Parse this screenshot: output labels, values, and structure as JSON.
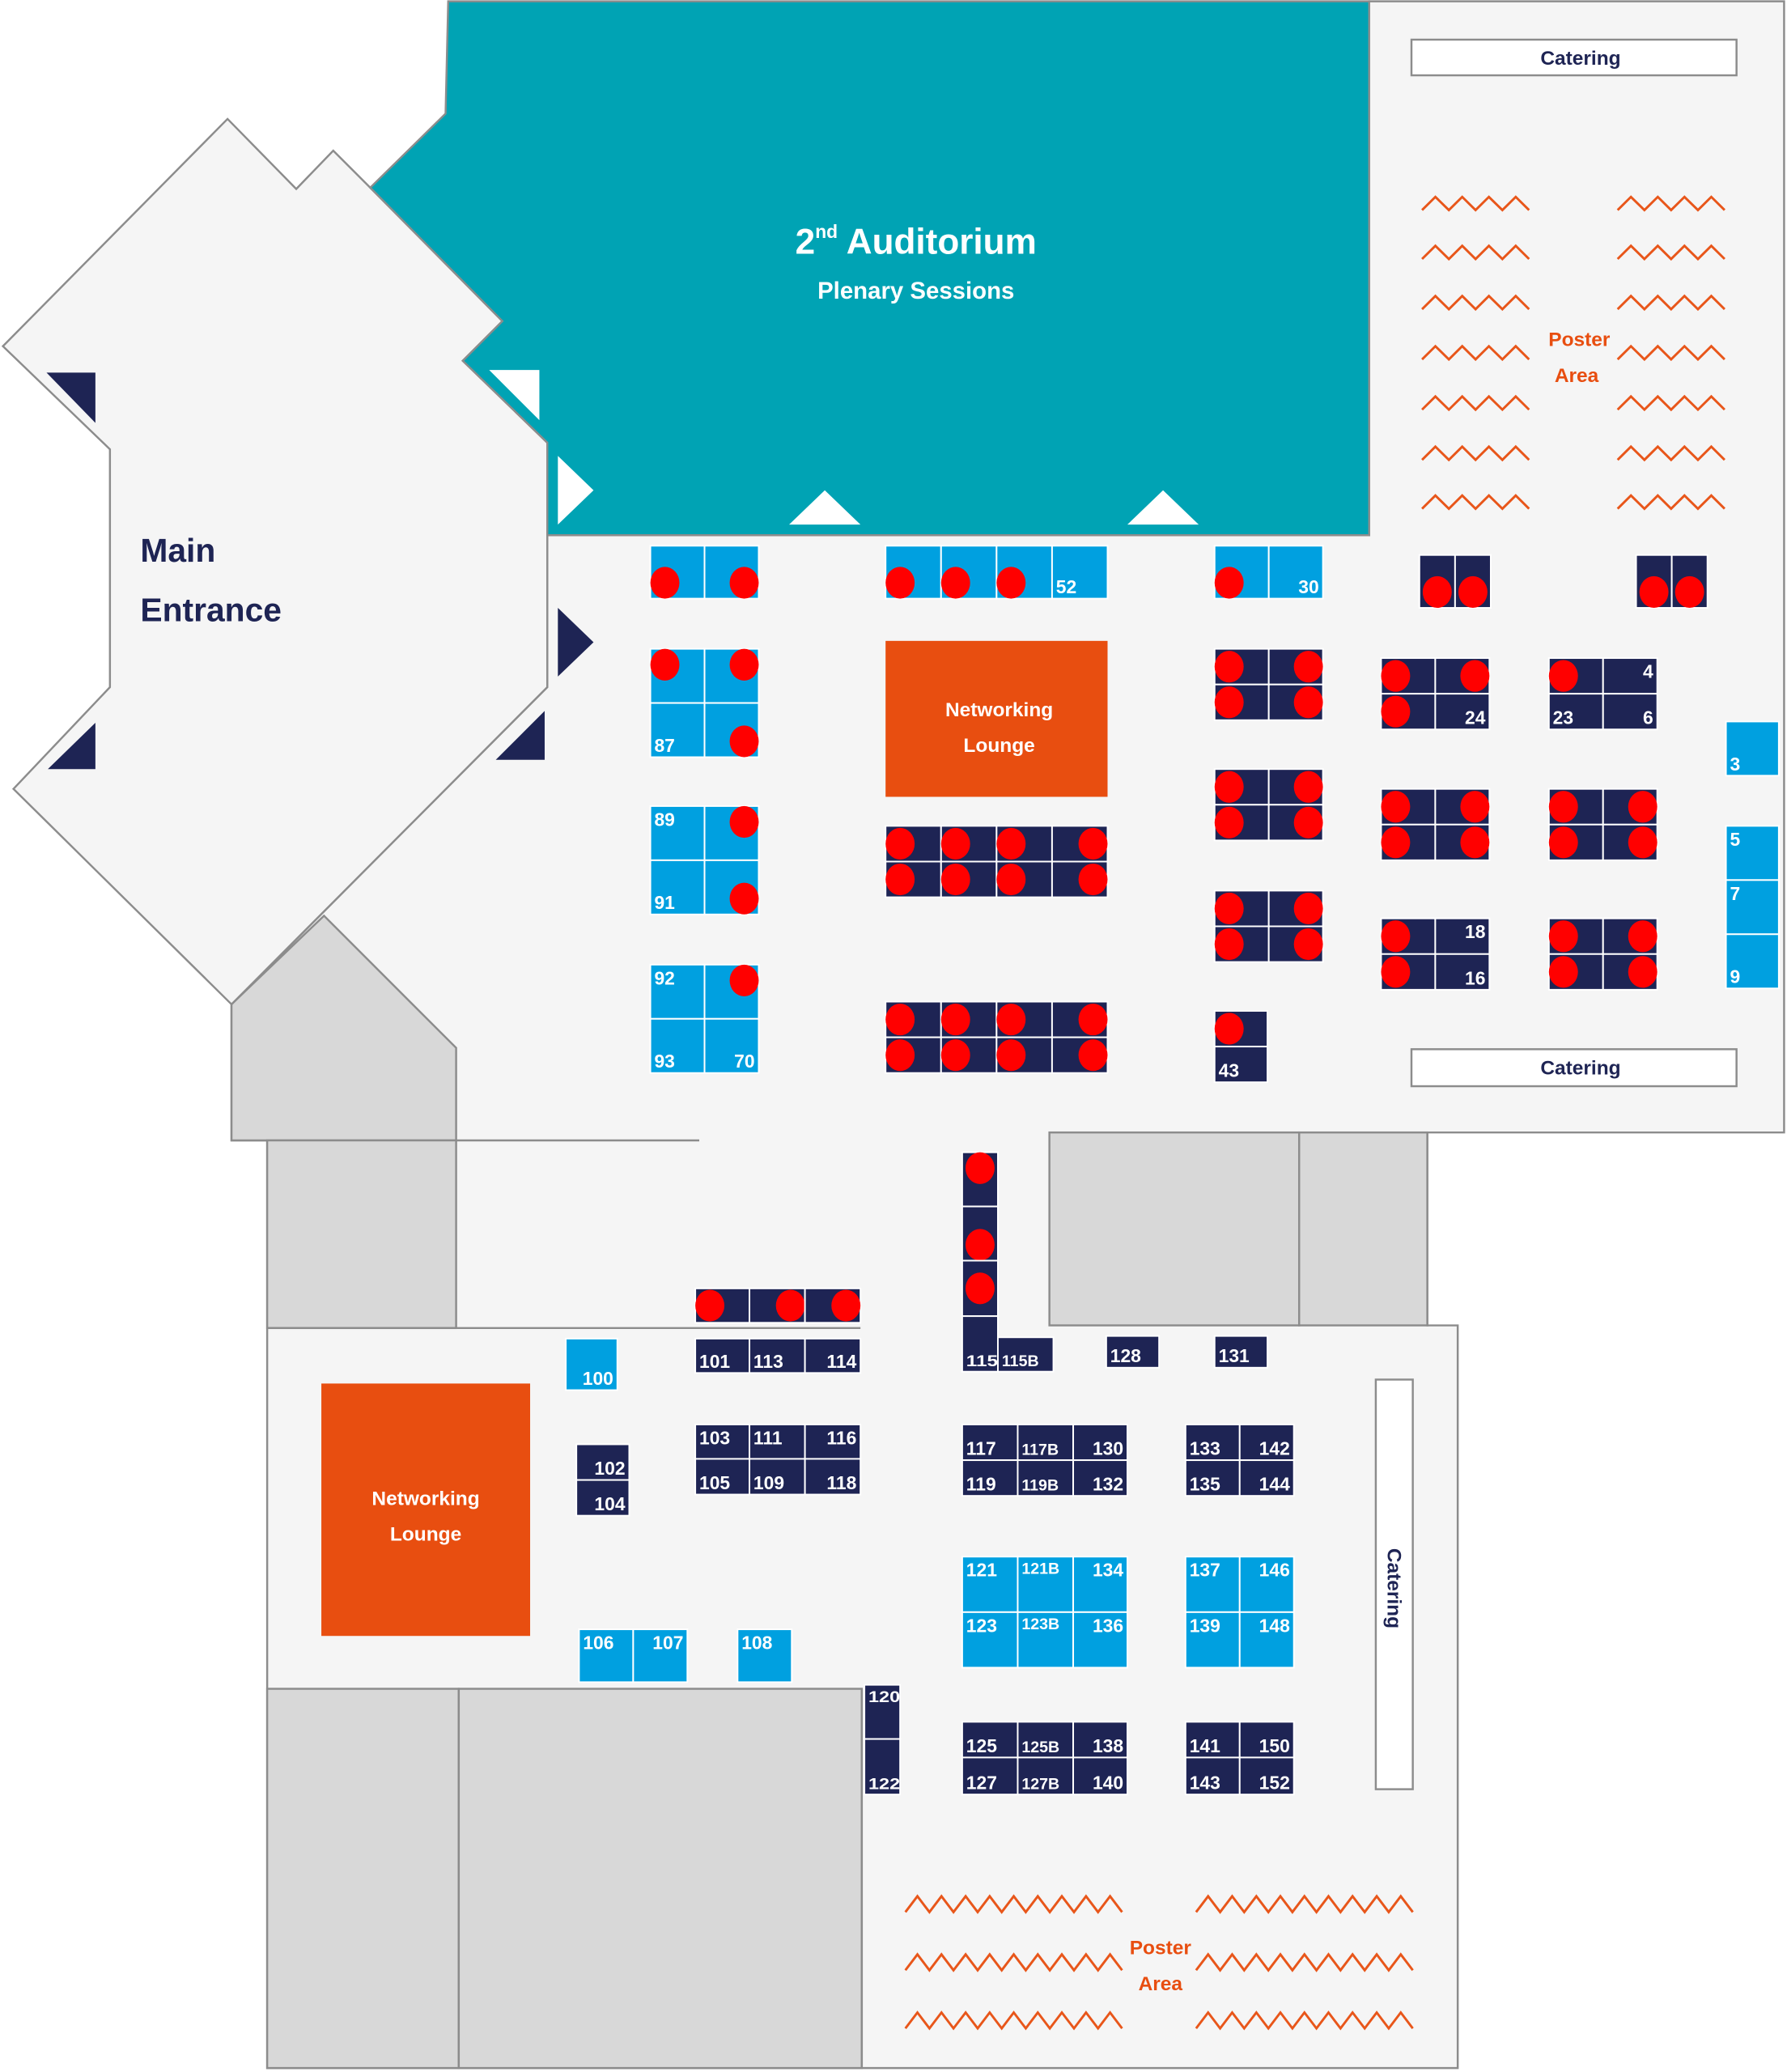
{
  "colors": {
    "auditorium": "#00a3b4",
    "lounge": "#e84e10",
    "booth_light": "#00a0e0",
    "booth_dark": "#1e2454",
    "marker": "#ff0000",
    "poster": "#e8561a",
    "floor": "#f5f5f5",
    "room": "#d8d8d8",
    "navy_text": "#1e2454",
    "orange_text": "#e84e10"
  },
  "areas": {
    "auditorium": {
      "title_num": "2",
      "title_sup": "nd",
      "title_rest": " Auditorium",
      "subtitle": "Plenary Sessions"
    },
    "main_entrance": {
      "line1": "Main",
      "line2": "Entrance"
    },
    "lounge_top": {
      "line1": "Networking",
      "line2": "Lounge"
    },
    "lounge_bottom": {
      "line1": "Networking",
      "line2": "Lounge"
    },
    "catering_top": "Catering",
    "catering_middle": "Catering",
    "catering_side": "Catering",
    "poster_top": {
      "line1": "Poster",
      "line2": "Area"
    },
    "poster_bottom": {
      "line1": "Poster",
      "line2": "Area"
    }
  },
  "booths": [
    {
      "label": "",
      "type": "light",
      "marked": true
    },
    {
      "label": "",
      "type": "light",
      "marked": true
    },
    {
      "label": "",
      "type": "light",
      "marked": true
    },
    {
      "label": "",
      "type": "light",
      "marked": true
    },
    {
      "label": "87",
      "type": "light",
      "marked": false
    },
    {
      "label": "",
      "type": "light",
      "marked": true
    },
    {
      "label": "89",
      "type": "light",
      "marked": false
    },
    {
      "label": "",
      "type": "light",
      "marked": true
    },
    {
      "label": "91",
      "type": "light",
      "marked": false
    },
    {
      "label": "",
      "type": "light",
      "marked": true
    },
    {
      "label": "92",
      "type": "light",
      "marked": false
    },
    {
      "label": "",
      "type": "light",
      "marked": true
    },
    {
      "label": "93",
      "type": "light",
      "marked": false
    },
    {
      "label": "70",
      "type": "light",
      "marked": false
    },
    {
      "label": "",
      "type": "light",
      "marked": true
    },
    {
      "label": "",
      "type": "light",
      "marked": true
    },
    {
      "label": "",
      "type": "light",
      "marked": true
    },
    {
      "label": "52",
      "type": "light",
      "marked": false
    },
    {
      "label": "",
      "type": "light",
      "marked": true
    },
    {
      "label": "30",
      "type": "light",
      "marked": false
    },
    {
      "label": "",
      "type": "dark",
      "marked": true
    },
    {
      "label": "",
      "type": "dark",
      "marked": true
    },
    {
      "label": "",
      "type": "dark",
      "marked": true
    },
    {
      "label": "",
      "type": "dark",
      "marked": true
    },
    {
      "label": "",
      "type": "dark",
      "marked": true
    },
    {
      "label": "",
      "type": "dark",
      "marked": true
    },
    {
      "label": "",
      "type": "dark",
      "marked": true
    },
    {
      "label": "",
      "type": "dark",
      "marked": true
    },
    {
      "label": "",
      "type": "dark",
      "marked": true
    },
    {
      "label": "",
      "type": "dark",
      "marked": true
    },
    {
      "label": "",
      "type": "dark",
      "marked": true
    },
    {
      "label": "",
      "type": "dark",
      "marked": true
    },
    {
      "label": "",
      "type": "dark",
      "marked": true
    },
    {
      "label": "",
      "type": "dark",
      "marked": true
    },
    {
      "label": "",
      "type": "dark",
      "marked": true
    },
    {
      "label": "",
      "type": "dark",
      "marked": true
    },
    {
      "label": "",
      "type": "dark",
      "marked": true
    },
    {
      "label": "",
      "type": "dark",
      "marked": true
    },
    {
      "label": "",
      "type": "dark",
      "marked": true
    },
    {
      "label": "",
      "type": "dark",
      "marked": true
    },
    {
      "label": "",
      "type": "dark",
      "marked": true
    },
    {
      "label": "",
      "type": "dark",
      "marked": true
    },
    {
      "label": "",
      "type": "dark",
      "marked": true
    },
    {
      "label": "",
      "type": "dark",
      "marked": true
    },
    {
      "label": "",
      "type": "dark",
      "marked": true
    },
    {
      "label": "",
      "type": "dark",
      "marked": true
    },
    {
      "label": "",
      "type": "dark",
      "marked": true
    },
    {
      "label": "",
      "type": "dark",
      "marked": true
    },
    {
      "label": "",
      "type": "dark",
      "marked": true
    },
    {
      "label": "43",
      "type": "dark",
      "marked": false
    },
    {
      "label": "",
      "type": "dark",
      "marked": true
    },
    {
      "label": "",
      "type": "dark",
      "marked": true
    },
    {
      "label": "",
      "type": "dark",
      "marked": true
    },
    {
      "label": "",
      "type": "dark",
      "marked": true
    },
    {
      "label": "",
      "type": "dark",
      "marked": true
    },
    {
      "label": "",
      "type": "dark",
      "marked": true
    },
    {
      "label": "",
      "type": "dark",
      "marked": true
    },
    {
      "label": "24",
      "type": "dark",
      "marked": false
    },
    {
      "label": "",
      "type": "dark",
      "marked": true
    },
    {
      "label": "4",
      "type": "dark",
      "marked": false
    },
    {
      "label": "23",
      "type": "dark",
      "marked": false
    },
    {
      "label": "6",
      "type": "dark",
      "marked": false
    },
    {
      "label": "",
      "type": "dark",
      "marked": true
    },
    {
      "label": "",
      "type": "dark",
      "marked": true
    },
    {
      "label": "",
      "type": "dark",
      "marked": true
    },
    {
      "label": "",
      "type": "dark",
      "marked": true
    },
    {
      "label": "",
      "type": "dark",
      "marked": true
    },
    {
      "label": "",
      "type": "dark",
      "marked": true
    },
    {
      "label": "",
      "type": "dark",
      "marked": true
    },
    {
      "label": "",
      "type": "dark",
      "marked": true
    },
    {
      "label": "",
      "type": "dark",
      "marked": true
    },
    {
      "label": "18",
      "type": "dark",
      "marked": false
    },
    {
      "label": "",
      "type": "dark",
      "marked": true
    },
    {
      "label": "16",
      "type": "dark",
      "marked": false
    },
    {
      "label": "",
      "type": "dark",
      "marked": true
    },
    {
      "label": "",
      "type": "dark",
      "marked": true
    },
    {
      "label": "",
      "type": "dark",
      "marked": true
    },
    {
      "label": "",
      "type": "dark",
      "marked": true
    },
    {
      "label": "3",
      "type": "light",
      "marked": false
    },
    {
      "label": "5",
      "type": "light",
      "marked": false
    },
    {
      "label": "7",
      "type": "light",
      "marked": false
    },
    {
      "label": "9",
      "type": "light",
      "marked": false
    },
    {
      "label": "",
      "type": "dark",
      "marked": true
    },
    {
      "label": "",
      "type": "dark",
      "marked": true
    },
    {
      "label": "",
      "type": "dark",
      "marked": true
    },
    {
      "label": "115",
      "type": "dark",
      "marked": false
    },
    {
      "label": "115B",
      "type": "dark",
      "marked": false
    },
    {
      "label": "",
      "type": "dark",
      "marked": true
    },
    {
      "label": "",
      "type": "dark",
      "marked": true
    },
    {
      "label": "",
      "type": "dark",
      "marked": true
    },
    {
      "label": "101",
      "type": "dark",
      "marked": false
    },
    {
      "label": "113",
      "type": "dark",
      "marked": false
    },
    {
      "label": "114",
      "type": "dark",
      "marked": false
    },
    {
      "label": "100",
      "type": "light",
      "marked": false
    },
    {
      "label": "103",
      "type": "dark",
      "marked": false
    },
    {
      "label": "111",
      "type": "dark",
      "marked": false
    },
    {
      "label": "116",
      "type": "dark",
      "marked": false
    },
    {
      "label": "105",
      "type": "dark",
      "marked": false
    },
    {
      "label": "109",
      "type": "dark",
      "marked": false
    },
    {
      "label": "118",
      "type": "dark",
      "marked": false
    },
    {
      "label": "102",
      "type": "dark",
      "marked": false
    },
    {
      "label": "104",
      "type": "dark",
      "marked": false
    },
    {
      "label": "117",
      "type": "dark",
      "marked": false
    },
    {
      "label": "117B",
      "type": "dark",
      "marked": false
    },
    {
      "label": "130",
      "type": "dark",
      "marked": false
    },
    {
      "label": "119",
      "type": "dark",
      "marked": false
    },
    {
      "label": "119B",
      "type": "dark",
      "marked": false
    },
    {
      "label": "132",
      "type": "dark",
      "marked": false
    },
    {
      "label": "128",
      "type": "dark",
      "marked": false
    },
    {
      "label": "131",
      "type": "dark",
      "marked": false
    },
    {
      "label": "133",
      "type": "dark",
      "marked": false
    },
    {
      "label": "142",
      "type": "dark",
      "marked": false
    },
    {
      "label": "135",
      "type": "dark",
      "marked": false
    },
    {
      "label": "144",
      "type": "dark",
      "marked": false
    },
    {
      "label": "121",
      "type": "light",
      "marked": false
    },
    {
      "label": "121B",
      "type": "light",
      "marked": false
    },
    {
      "label": "134",
      "type": "light",
      "marked": false
    },
    {
      "label": "123",
      "type": "light",
      "marked": false
    },
    {
      "label": "123B",
      "type": "light",
      "marked": false
    },
    {
      "label": "136",
      "type": "light",
      "marked": false
    },
    {
      "label": "137",
      "type": "light",
      "marked": false
    },
    {
      "label": "146",
      "type": "light",
      "marked": false
    },
    {
      "label": "139",
      "type": "light",
      "marked": false
    },
    {
      "label": "148",
      "type": "light",
      "marked": false
    },
    {
      "label": "125",
      "type": "dark",
      "marked": false
    },
    {
      "label": "125B",
      "type": "dark",
      "marked": false
    },
    {
      "label": "138",
      "type": "dark",
      "marked": false
    },
    {
      "label": "127",
      "type": "dark",
      "marked": false
    },
    {
      "label": "127B",
      "type": "dark",
      "marked": false
    },
    {
      "label": "140",
      "type": "dark",
      "marked": false
    },
    {
      "label": "141",
      "type": "dark",
      "marked": false
    },
    {
      "label": "150",
      "type": "dark",
      "marked": false
    },
    {
      "label": "143",
      "type": "dark",
      "marked": false
    },
    {
      "label": "152",
      "type": "dark",
      "marked": false
    },
    {
      "label": "106",
      "type": "light",
      "marked": false
    },
    {
      "label": "107",
      "type": "light",
      "marked": false
    },
    {
      "label": "108",
      "type": "light",
      "marked": false
    },
    {
      "label": "120",
      "type": "dark",
      "marked": false
    },
    {
      "label": "122",
      "type": "dark",
      "marked": false
    }
  ]
}
